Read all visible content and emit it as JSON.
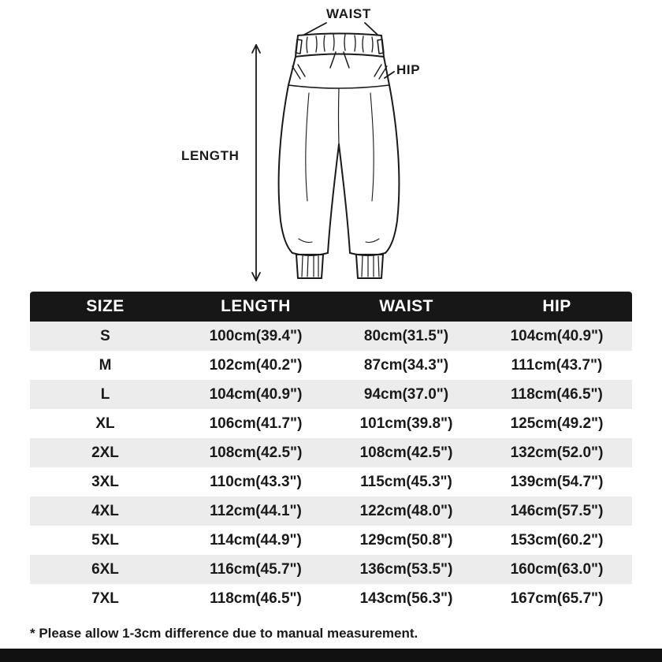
{
  "theme": {
    "page_bg": "#ffffff",
    "header_bg": "#171717",
    "header_text": "#ffffff",
    "row_alt_bg": "#ececec",
    "row_text": "#1a1a1a",
    "line_color": "#1a1a1a",
    "bottom_bar": "#111111"
  },
  "diagram": {
    "waist_label": "WAIST",
    "hip_label": "HIP",
    "length_label": "LENGTH"
  },
  "table": {
    "headers": [
      "SIZE",
      "LENGTH",
      "WAIST",
      "HIP"
    ],
    "rows": [
      [
        "S",
        "100cm(39.4\")",
        "80cm(31.5\")",
        "104cm(40.9\")"
      ],
      [
        "M",
        "102cm(40.2\")",
        "87cm(34.3\")",
        "111cm(43.7\")"
      ],
      [
        "L",
        "104cm(40.9\")",
        "94cm(37.0\")",
        "118cm(46.5\")"
      ],
      [
        "XL",
        "106cm(41.7\")",
        "101cm(39.8\")",
        "125cm(49.2\")"
      ],
      [
        "2XL",
        "108cm(42.5\")",
        "108cm(42.5\")",
        "132cm(52.0\")"
      ],
      [
        "3XL",
        "110cm(43.3\")",
        "115cm(45.3\")",
        "139cm(54.7\")"
      ],
      [
        "4XL",
        "112cm(44.1\")",
        "122cm(48.0\")",
        "146cm(57.5\")"
      ],
      [
        "5XL",
        "114cm(44.9\")",
        "129cm(50.8\")",
        "153cm(60.2\")"
      ],
      [
        "6XL",
        "116cm(45.7\")",
        "136cm(53.5\")",
        "160cm(63.0\")"
      ],
      [
        "7XL",
        "118cm(46.5\")",
        "143cm(56.3\")",
        "167cm(65.7\")"
      ]
    ]
  },
  "footer": {
    "note": "* Please allow 1-3cm difference due to manual measurement."
  }
}
